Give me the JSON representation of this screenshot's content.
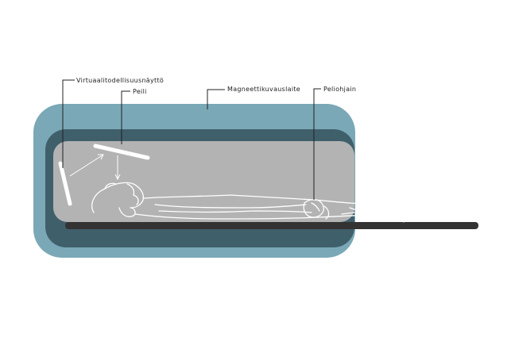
{
  "labels": {
    "vr_display": "Virtuaalitodellisuusnäyttö",
    "mirror": "Peili",
    "mri_machine": "Magneettikuvauslaite",
    "controller": "Peliohjain"
  },
  "colors": {
    "outer_shell": "#7aa8b6",
    "inner_ring": "#3f5f6b",
    "bore": "#b3b3b3",
    "table": "#333333",
    "figure_stroke": "#ffffff",
    "lines": "#222222"
  }
}
